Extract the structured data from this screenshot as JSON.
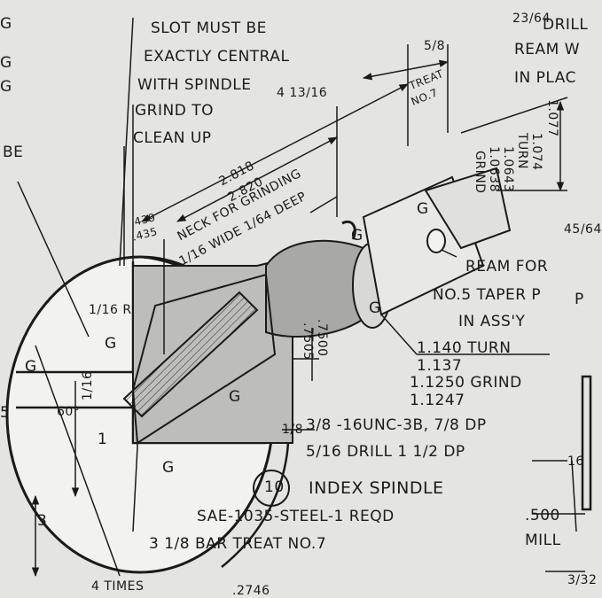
{
  "edge_left": [
    "G",
    "G",
    "G",
    "BE",
    "5"
  ],
  "edge_right": {
    "drill_top": "DRILL",
    "drill_top_frac": "23/64",
    "ream_w": "REAM W",
    "in_plac": "IN PLAC",
    "frac_45_64": "45/64",
    "p_cut": "P",
    "frac_16": "16",
    "dim_500": ".500",
    "mill": "MILL",
    "frac_3_32": "3/32"
  },
  "notes": {
    "slot_1": "SLOT MUST BE",
    "slot_2": "EXACTLY CENTRAL",
    "slot_3": "WITH SPINDLE",
    "grind_1": "GRIND TO",
    "grind_2": "CLEAN UP",
    "neck_1": "NECK FOR GRINDING",
    "neck_wide_frac": "1/16",
    "neck_wide": "WIDE",
    "neck_deep_frac": "1/64",
    "neck_deep": "DEEP",
    "ream_1": "REAM FOR",
    "ream_2": "NO.5 TAPER P",
    "ream_3": "IN ASS'Y"
  },
  "dims": {
    "d_2818": "2.818",
    "d_2820": "2.820",
    "d_413_16": "4 13/16",
    "d_439": ".439",
    "d_435": ".435",
    "d_5_8": "5/8",
    "treat_top": "TREAT",
    "treat_no7": "NO.7",
    "d_1077": "1.077",
    "d_1074": "1.074",
    "turn": "TURN",
    "d_10643": "1.0643",
    "d_10638": "1.0638",
    "grind": "GRIND",
    "d_7500": ".7500",
    "d_7505": ".7505",
    "d_1140": "1.140 TURN",
    "d_1137": "1.137",
    "d_11250": "1.1250 GRIND",
    "d_11247": "1.1247",
    "thread": "3/8 -16UNC-3B, 7/8 DP",
    "thread_frac": "1/8",
    "drill": "5/16 DRILL 1 1/2 DP",
    "r_1_16": "1/16 R",
    "l_1_16": "1/16",
    "angle_60": "60°",
    "dim_3": "3",
    "dim_1": "1",
    "times": "4 TIMES",
    "tail_num": ".2746"
  },
  "surfaces": [
    "G",
    "G",
    "G",
    "G",
    "G",
    "G",
    "G"
  ],
  "title_block": {
    "part_number": "10",
    "part_name": "INDEX SPINDLE",
    "material": "SAE-1035-STEEL-1 REQD",
    "stock": "3 1/8 BAR TREAT NO.7"
  }
}
